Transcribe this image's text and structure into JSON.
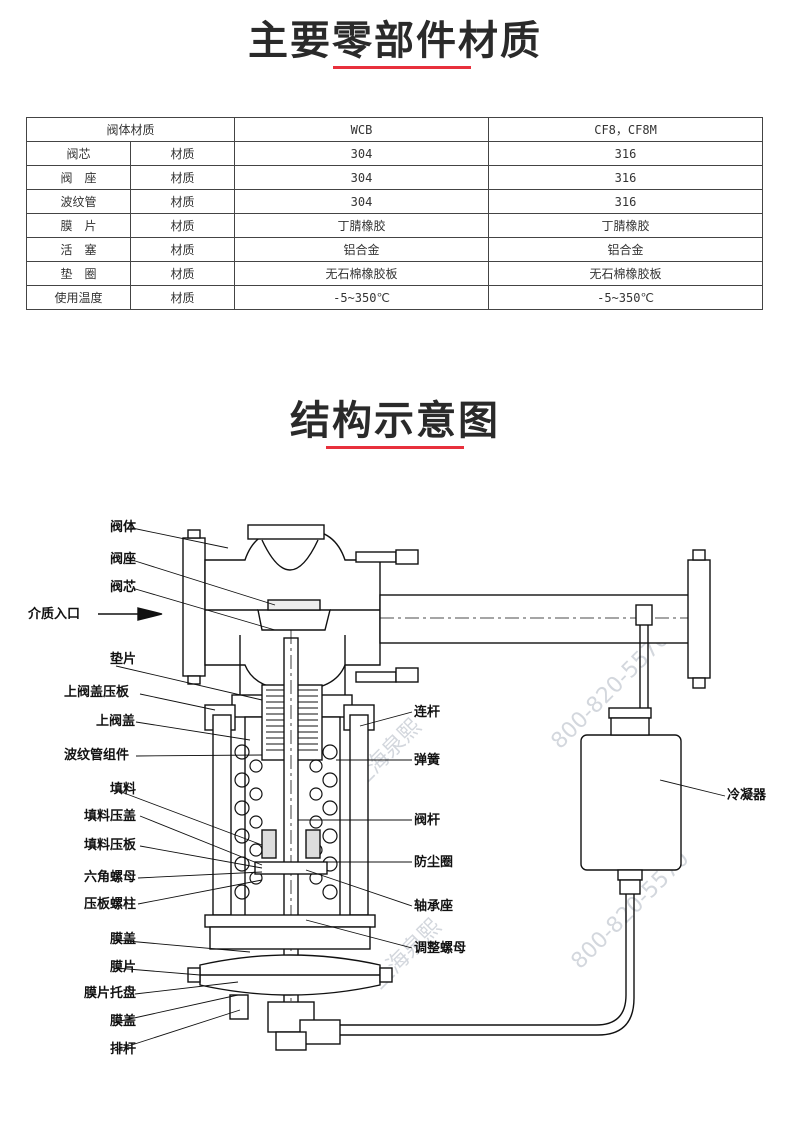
{
  "section1": {
    "title": "主要零部件材质"
  },
  "materials_table": {
    "header": {
      "label": "阀体材质",
      "col1": "WCB",
      "col2": "CF8，CF8M"
    },
    "rows": [
      {
        "part": "阀芯",
        "attr": "材质",
        "col1": "304",
        "col2": "316"
      },
      {
        "part": "阀　座",
        "attr": "材质",
        "col1": "304",
        "col2": "316"
      },
      {
        "part": "波纹管",
        "attr": "材质",
        "col1": "304",
        "col2": "316"
      },
      {
        "part": "膜　片",
        "attr": "材质",
        "col1": "丁腈橡胶",
        "col2": "丁腈橡胶"
      },
      {
        "part": "活　塞",
        "attr": "材质",
        "col1": "铝合金",
        "col2": "铝合金"
      },
      {
        "part": "垫　圈",
        "attr": "材质",
        "col1": "无石棉橡胶板",
        "col2": "无石棉橡胶板"
      },
      {
        "part": "使用温度",
        "attr": "材质",
        "col1": "-5~350℃",
        "col2": "-5~350℃"
      }
    ]
  },
  "section2": {
    "title": "结构示意图"
  },
  "diagram": {
    "labels_left": [
      "阀体",
      "阀座",
      "阀芯",
      "介质入口",
      "垫片",
      "上阀盖压板",
      "上阀盖",
      "波纹管组件",
      "填料",
      "填料压盖",
      "填料压板",
      "六角螺母",
      "压板螺柱",
      "膜盖",
      "膜片",
      "膜片托盘",
      "膜盖",
      "排杆"
    ],
    "labels_right": [
      "连杆",
      "弹簧",
      "阀杆",
      "防尘圈",
      "轴承座",
      "调整螺母",
      "冷凝器"
    ],
    "watermark": [
      "上海泉熙",
      "800-820-5570"
    ]
  },
  "colors": {
    "accent": "#e8303c",
    "line": "#111111"
  }
}
